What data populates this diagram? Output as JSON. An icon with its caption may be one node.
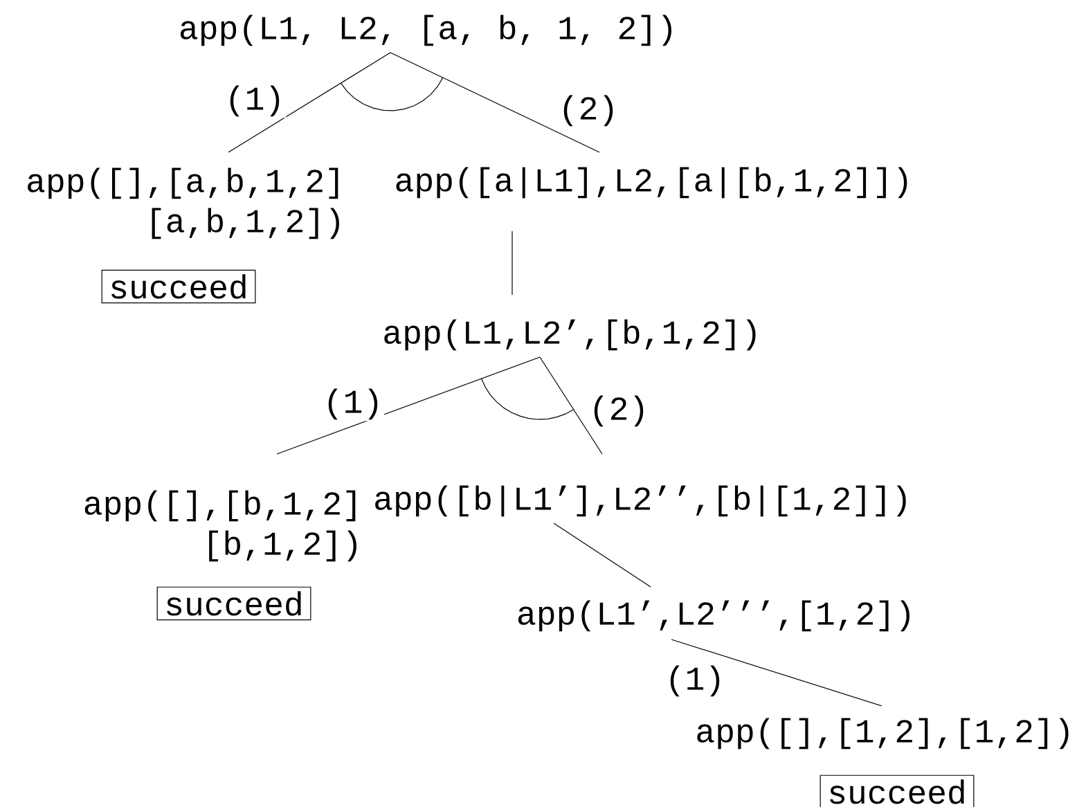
{
  "diagram": {
    "nodes": [
      {
        "text": [
          "app(L1, L2, [a, b, 1, 2])"
        ]
      },
      {
        "text": [
          "app([],[a,b,1,2] [a,b,1,2])"
        ]
      },
      {
        "text": [
          "succeed"
        ]
      },
      {
        "text": [
          "app([a|L1],L2,[a|[b,1,2]])"
        ]
      },
      {
        "text": [
          "app(L1,L2’,[b,1,2])"
        ]
      },
      {
        "text": [
          "app([],[b,1,2] [b,1,2])"
        ]
      },
      {
        "text": [
          "succeed"
        ]
      },
      {
        "text": [
          "app([b|L1’],L2’’,[b|[1,2]])"
        ]
      },
      {
        "text": [
          "app(L1’,L2’’’,[1,2])"
        ]
      },
      {
        "text": [
          "app([],[1,2],[1,2])"
        ]
      },
      {
        "text": [
          "succeed"
        ]
      }
    ],
    "edges": [
      {
        "from": 0,
        "to": 1,
        "arrow": "none",
        "label": "(1)"
      },
      {
        "from": 0,
        "to": 3,
        "arrow": "none",
        "label": "(2)"
      },
      {
        "from": 3,
        "to": 4,
        "arrow": "none"
      },
      {
        "from": 4,
        "to": 5,
        "arrow": "none",
        "label": "(1)"
      },
      {
        "from": 4,
        "to": 7,
        "arrow": "none",
        "label": "(2)"
      },
      {
        "from": 7,
        "to": 8,
        "arrow": "none"
      },
      {
        "from": 8,
        "to": 9,
        "arrow": "none",
        "label": "(1)"
      }
    ]
  }
}
